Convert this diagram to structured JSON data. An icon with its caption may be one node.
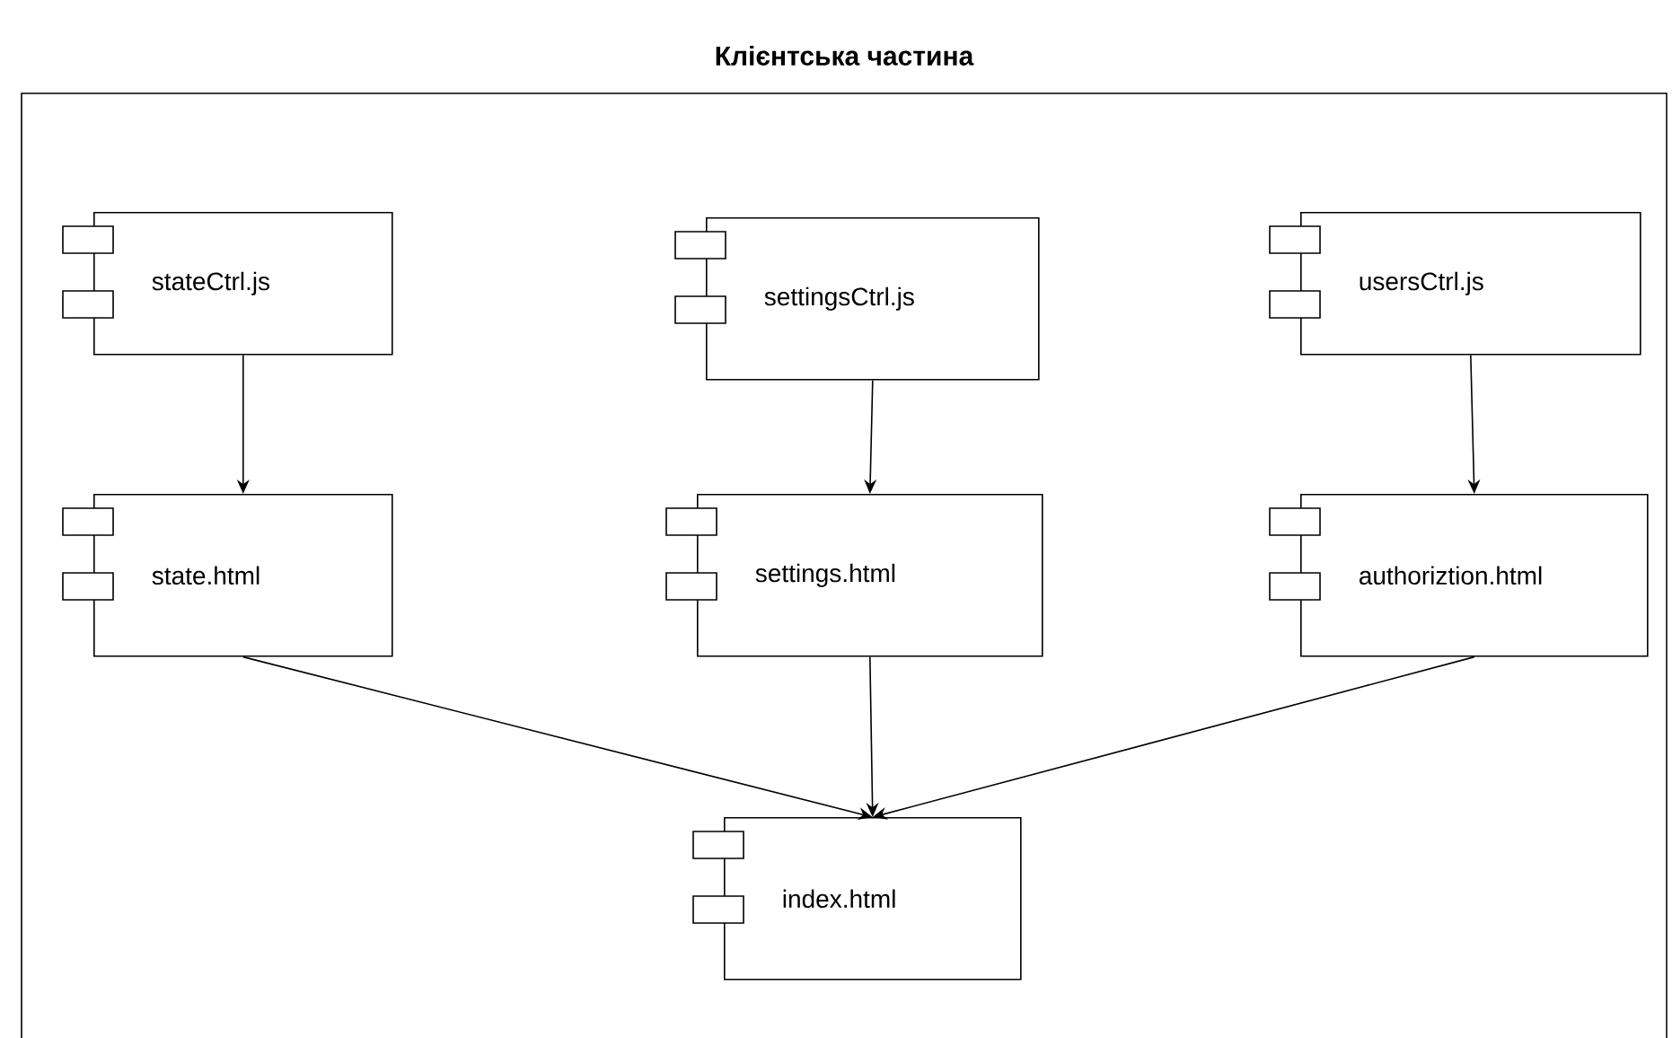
{
  "diagram": {
    "nodes": [
      {
        "text": [
          "Клієнтська частина"
        ]
      },
      {
        "text": [
          "stateCtrl.js"
        ],
        "in": 0
      },
      {
        "text": [
          "settingsCtrl.js"
        ],
        "in": 0
      },
      {
        "text": [
          "usersCtrl.js"
        ],
        "in": 0
      },
      {
        "text": [
          "state.html"
        ],
        "in": 0
      },
      {
        "text": [
          "settings.html"
        ],
        "in": 0
      },
      {
        "text": [
          "authoriztion.html"
        ],
        "in": 0
      },
      {
        "text": [
          "index.html"
        ],
        "in": 0
      }
    ],
    "edges": [
      {
        "from": 1,
        "to": 4,
        "arrow": "to"
      },
      {
        "from": 2,
        "to": 5,
        "arrow": "to"
      },
      {
        "from": 3,
        "to": 6,
        "arrow": "to"
      },
      {
        "from": 4,
        "to": 7,
        "arrow": "to"
      },
      {
        "from": 5,
        "to": 7,
        "arrow": "to"
      },
      {
        "from": 6,
        "to": 7,
        "arrow": "to"
      }
    ]
  }
}
